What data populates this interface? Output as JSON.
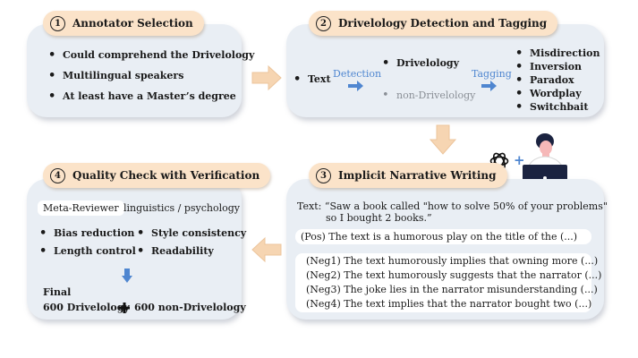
{
  "step1": {
    "number": "1",
    "title": "Annotator Selection",
    "items": [
      "Could comprehend the Drivelology",
      "Multilingual speakers",
      "At least have a Master’s degree"
    ]
  },
  "step2": {
    "number": "2",
    "title": "Drivelology Detection and Tagging",
    "text_label": "Text",
    "detection_label": "Detection",
    "tagging_label": "Tagging",
    "classes": [
      "Drivelology",
      "non-Drivelology"
    ],
    "tags": [
      "Misdirection",
      "Inversion",
      "Paradox",
      "Wordplay",
      "Switchbait"
    ]
  },
  "step3": {
    "number": "3",
    "title": "Implicit Narrative Writing",
    "text_line1": "Text: “Saw a book called \"how to solve 50% of your problems\"",
    "text_line2": "so I bought 2 books.”",
    "pos": "(Pos) The text is a humorous play on the title of the (...)",
    "negs": [
      "(Neg1) The text humorously implies that owning more (...)",
      "(Neg2) The text humorously suggests that the narrator (...)",
      "(Neg3) The joke lies in the narrator misunderstanding (...)",
      "(Neg4) The text implies that the narrator bought two (...)"
    ],
    "plus_sign": "+"
  },
  "step4": {
    "number": "4",
    "title": "Quality Check with Verification",
    "meta_reviewer": "Meta-Reviewer",
    "fields": "linguistics / psychology",
    "checks": [
      "Bias reduction",
      "Style consistency",
      "Length control",
      "Readability"
    ],
    "final_label": "Final",
    "final_left": "600 Drivelology",
    "final_right": "600 non-Drivelology"
  },
  "colors": {
    "panel": "#e9eef4",
    "pill": "#fbe3c9",
    "flow_arrow": "#f6d5b2",
    "blue": "#4f86d0",
    "grey": "#8a8f96"
  }
}
